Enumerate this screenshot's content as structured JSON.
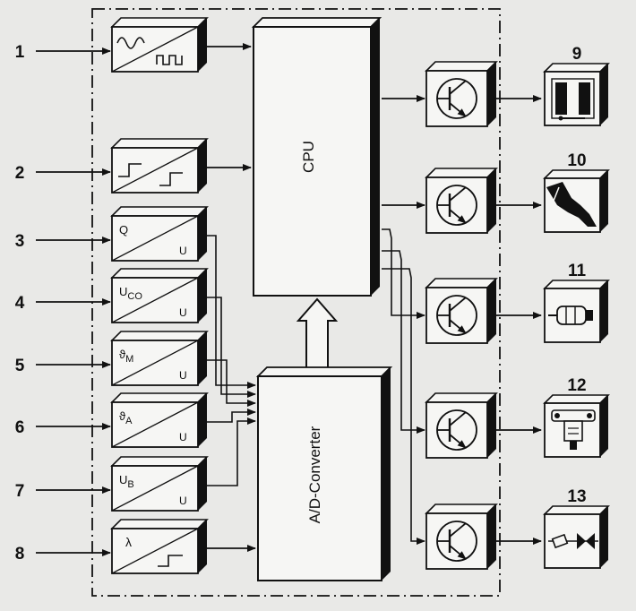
{
  "title": "",
  "inputs": [
    {
      "number": "1",
      "converter": "pulse-shaper"
    },
    {
      "number": "2",
      "converter": "schmitt-trigger"
    },
    {
      "number": "3",
      "converter": "analog",
      "symbol": "Q",
      "out": "U"
    },
    {
      "number": "4",
      "converter": "analog",
      "symbol": "U",
      "sub": "CO",
      "out": "U"
    },
    {
      "number": "5",
      "converter": "analog",
      "symbol": "ϑ",
      "sub": "M",
      "out": "U"
    },
    {
      "number": "6",
      "converter": "analog",
      "symbol": "ϑ",
      "sub": "A",
      "out": "U"
    },
    {
      "number": "7",
      "converter": "analog",
      "symbol": "U",
      "sub": "B",
      "out": "U"
    },
    {
      "number": "8",
      "converter": "lambda-shaper",
      "symbol": "λ"
    }
  ],
  "blocks": {
    "cpu": "CPU",
    "adc": "A/D-Converter"
  },
  "outputs": [
    {
      "number": "9",
      "actuator": "ignition-coil-icon"
    },
    {
      "number": "10",
      "actuator": "injector-valve-icon"
    },
    {
      "number": "11",
      "actuator": "electric-fuel-pump-icon"
    },
    {
      "number": "12",
      "actuator": "idle-air-actuator-icon"
    },
    {
      "number": "13",
      "actuator": "solenoid-valve-icon"
    }
  ],
  "colors": {
    "ink": "#111111",
    "paper": "#e9e9e7",
    "face": "#f6f6f4"
  }
}
